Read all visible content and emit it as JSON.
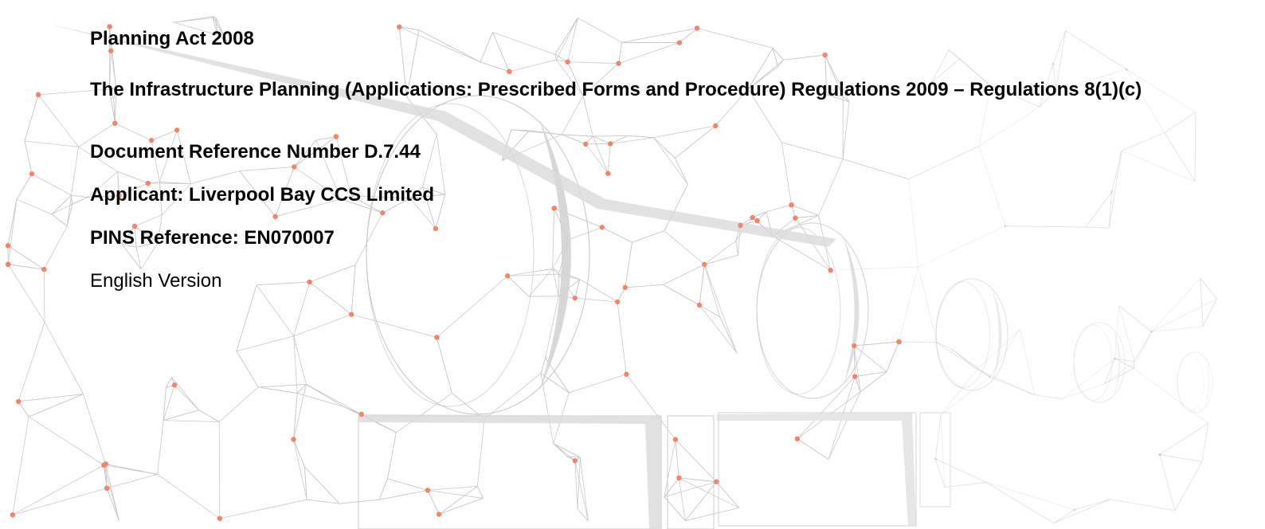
{
  "document": {
    "lines": [
      "Planning Act 2008",
      "The Infrastructure Planning (Applications: Prescribed Forms and Procedure) Regulations 2009 – Regulations 8(1)(c)",
      "Document Reference Number D.7.44",
      "Applicant: Liverpool Bay CCS Limited",
      "PINS Reference: EN070007",
      "English Version"
    ]
  },
  "colors": {
    "accent_dot": "#f0856a",
    "mesh_line": "#b8b8b8",
    "mesh_fill": "#d6d6d6"
  },
  "decoration": {
    "name": "pipeline-mesh-illustration"
  }
}
